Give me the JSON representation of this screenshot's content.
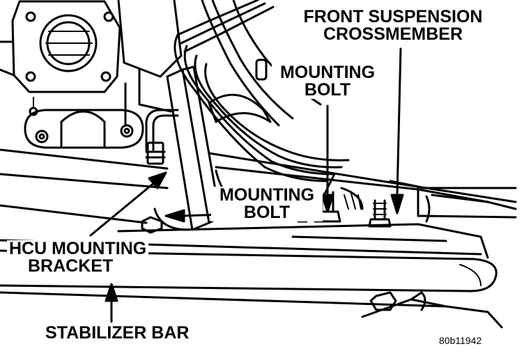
{
  "labels": {
    "front_suspension_line1": "FRONT SUSPENSION",
    "front_suspension_line2": "CROSSMEMBER",
    "mounting_bolt_upper_line1": "MOUNTING",
    "mounting_bolt_upper_line2": "BOLT",
    "mounting_bolt_lower_line1": "MOUNTING",
    "mounting_bolt_lower_line2": "BOLT",
    "hcu_bracket_line1": "HCU MOUNTING",
    "hcu_bracket_line2": "BRACKET",
    "stabilizer_bar": "STABILIZER BAR"
  },
  "figure_code": "80b11942"
}
